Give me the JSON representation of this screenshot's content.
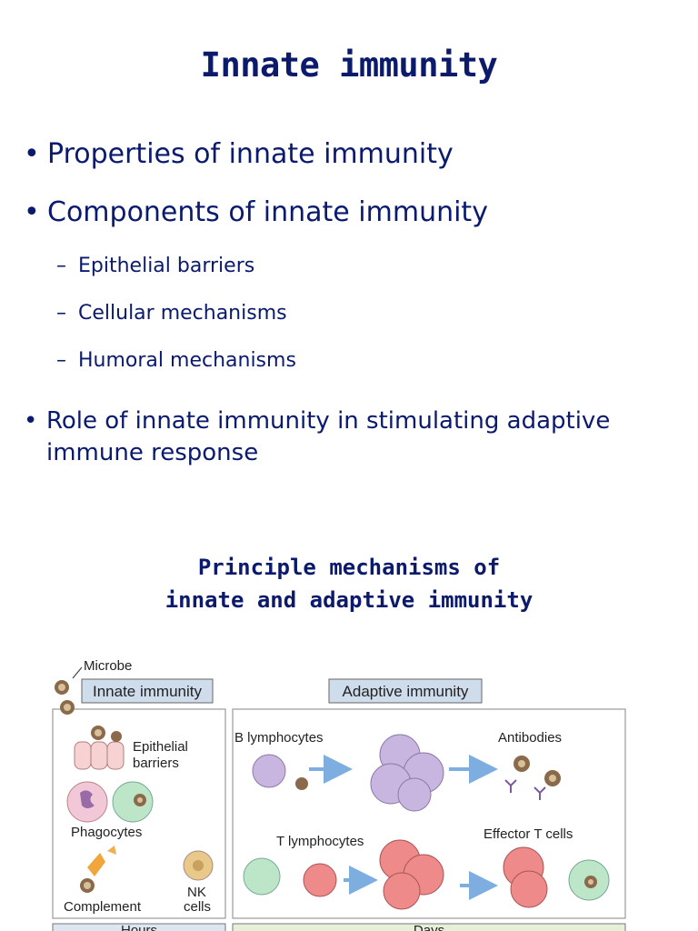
{
  "slide1": {
    "title": "Innate immunity",
    "bullets": [
      "Properties of innate immunity",
      "Components of innate immunity"
    ],
    "sub_bullets": [
      "Epithelial barriers",
      "Cellular mechanisms",
      "Humoral mechanisms"
    ],
    "bullet3": "Role of innate immunity in stimulating adaptive immune response",
    "bullet_glyph": "•",
    "dash_glyph": "–"
  },
  "slide2": {
    "title_line1": "Principle mechanisms of",
    "title_line2": "innate and adaptive immunity",
    "diagram": {
      "microbe_label": "Microbe",
      "innate_header": "Innate immunity",
      "adaptive_header": "Adaptive immunity",
      "epithelial_label_1": "Epithelial",
      "epithelial_label_2": "barriers",
      "phagocytes_label": "Phagocytes",
      "complement_label": "Complement",
      "nk_label_1": "NK",
      "nk_label_2": "cells",
      "b_lymph_label": "B lymphocytes",
      "antibodies_label": "Antibodies",
      "t_lymph_label": "T lymphocytes",
      "effector_label": "Effector T cells",
      "hours_label": "Hours",
      "days_label": "Days"
    },
    "colors": {
      "header_bg": "#cfdcec",
      "b_cell": "#c9b6e0",
      "t_cell": "#ee8a8a",
      "phagocyte_green": "#bde6c8",
      "epithelial": "#f6d2d2",
      "nk_cell": "#e9c98a",
      "microbe": "#8a6a4a",
      "arrow": "#7eaee0"
    }
  }
}
